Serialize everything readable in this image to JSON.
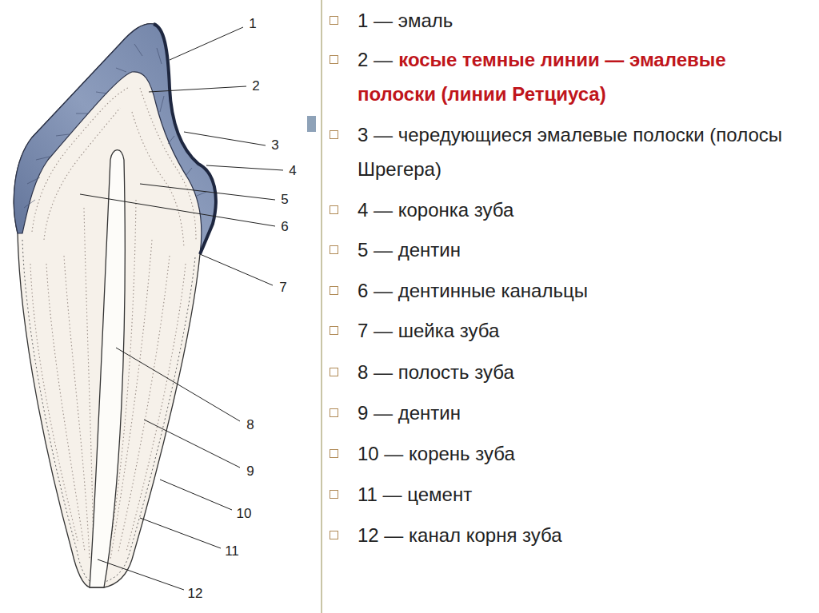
{
  "diagram": {
    "labels": [
      "1",
      "2",
      "3",
      "4",
      "5",
      "6",
      "7",
      "8",
      "9",
      "10",
      "11",
      "12",
      "1 — эмаль",
      "2 —",
      "косые темные линии — эмалевые полоски (линии Ретциуса)",
      "3 — чередующиеся эмалевые полоски (полосы Шрегера)",
      "4 — коронка зуба",
      "5 — дентин",
      "6 — дентинные канальцы",
      "7 — шейка зуба",
      "8 — полость зуба",
      "9 — дентин",
      "10 — корень зуба",
      "11 — цемент",
      "12 — канал корня зуба"
    ]
  }
}
